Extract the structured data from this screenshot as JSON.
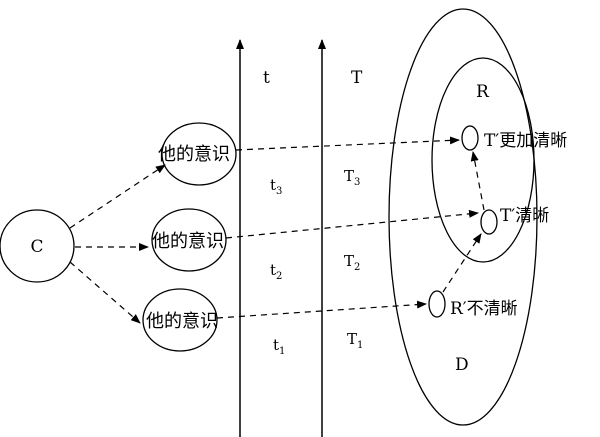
{
  "nodes": {
    "c": "C",
    "consciousness_top": "他的意识",
    "consciousness_mid": "他的意识",
    "consciousness_bot": "他的意识"
  },
  "axes": {
    "t_label": "t",
    "T_label": "T"
  },
  "times": {
    "t3": {
      "base": "t",
      "sub": "3"
    },
    "t2": {
      "base": "t",
      "sub": "2"
    },
    "t1": {
      "base": "t",
      "sub": "1"
    },
    "T3": {
      "base": "T",
      "sub": "3"
    },
    "T2": {
      "base": "T",
      "sub": "2"
    },
    "T1": {
      "base": "T",
      "sub": "1"
    }
  },
  "regions": {
    "R": "R",
    "D": "D"
  },
  "points": {
    "top": "T′更加清晰",
    "mid": "T′清晰",
    "bot": "R′不清晰"
  },
  "colors": {
    "stroke": "#000000",
    "background": "#ffffff"
  }
}
